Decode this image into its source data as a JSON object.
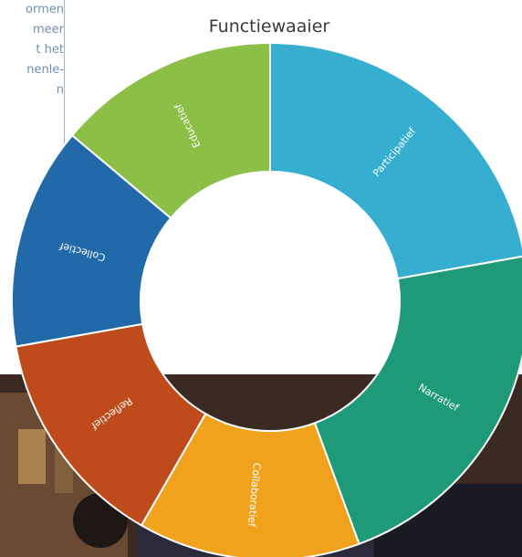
{
  "left_text": {
    "lines": [
      "ormen",
      "meer",
      "t het",
      "nenle-",
      "",
      "",
      "n"
    ]
  },
  "chart_data": {
    "type": "pie",
    "title": "Functiewaaier",
    "donut": true,
    "categories": [
      "Participatief",
      "Narratief",
      "Collaboratief",
      "Reflectief",
      "Collectief",
      "Educatief"
    ],
    "values": [
      22.2,
      22.2,
      13.9,
      13.9,
      13.9,
      13.9
    ],
    "colors": [
      "#35aed0",
      "#1f9a78",
      "#f1a21d",
      "#bf4b1c",
      "#2169a8",
      "#8cbf45"
    ]
  }
}
